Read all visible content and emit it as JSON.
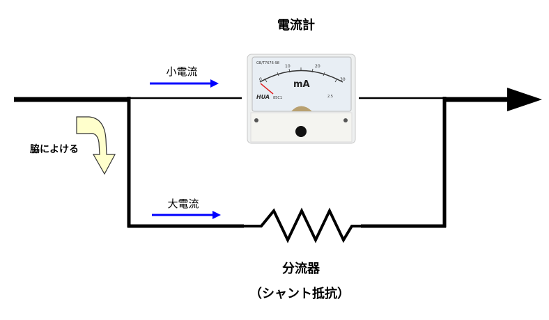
{
  "title": "電流計",
  "labels": {
    "small_current": "小電流",
    "large_current": "大電流",
    "bypass": "脇によける",
    "shunt": "分流器",
    "shunt_sub": "（シャント抵抗）"
  },
  "meter": {
    "standard": "GB/T7676-98",
    "unit": "mA",
    "scale_ticks": [
      "0",
      "10",
      "20",
      "30"
    ],
    "brand": "HUA",
    "model": "85C1",
    "class": "2.5"
  },
  "colors": {
    "wire": "#000000",
    "current_arrow": "#0000ff",
    "bypass_arrow": "#ffffcc"
  }
}
